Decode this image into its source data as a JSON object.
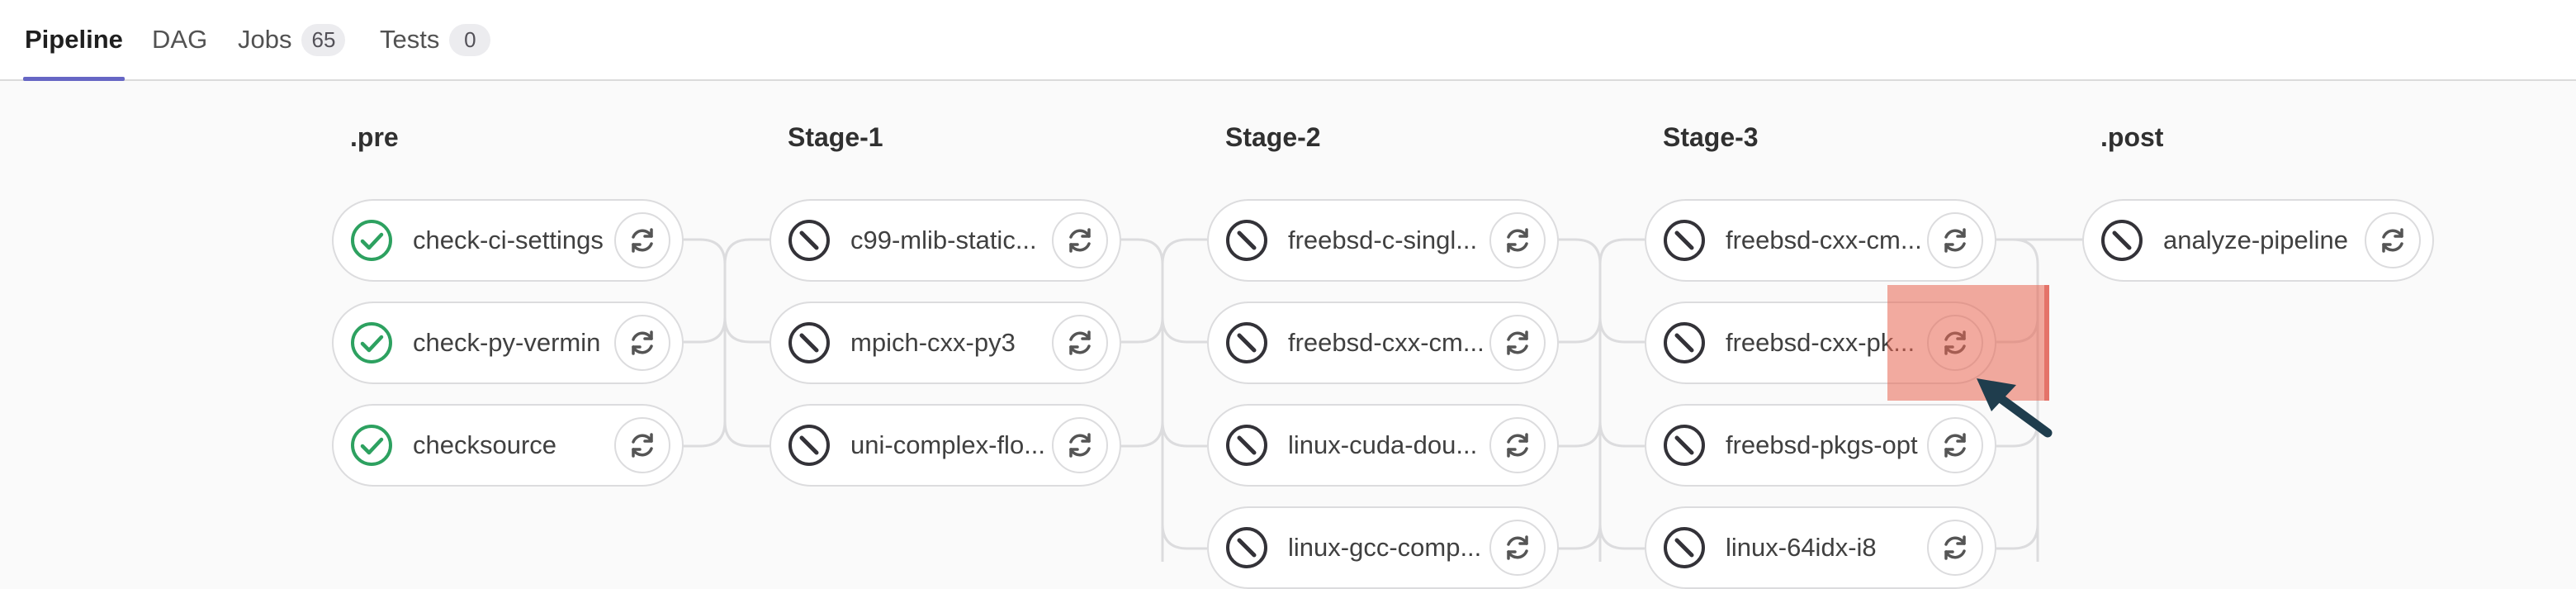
{
  "tabs": {
    "pipeline": "Pipeline",
    "dag": "DAG",
    "jobs": "Jobs",
    "jobs_count": "65",
    "tests": "Tests",
    "tests_count": "0"
  },
  "stages": [
    {
      "title": ".pre",
      "jobs": [
        {
          "name": "check-ci-settings",
          "status": "success"
        },
        {
          "name": "check-py-vermin",
          "status": "success"
        },
        {
          "name": "checksource",
          "status": "success"
        }
      ]
    },
    {
      "title": "Stage-1",
      "jobs": [
        {
          "name": "c99-mlib-static...",
          "status": "skipped"
        },
        {
          "name": "mpich-cxx-py3",
          "status": "skipped"
        },
        {
          "name": "uni-complex-flo...",
          "status": "skipped"
        }
      ]
    },
    {
      "title": "Stage-2",
      "jobs": [
        {
          "name": "freebsd-c-singl...",
          "status": "skipped"
        },
        {
          "name": "freebsd-cxx-cm...",
          "status": "skipped"
        },
        {
          "name": "linux-cuda-dou...",
          "status": "skipped"
        },
        {
          "name": "linux-gcc-comp...",
          "status": "skipped"
        }
      ]
    },
    {
      "title": "Stage-3",
      "jobs": [
        {
          "name": "freebsd-cxx-cm...",
          "status": "skipped"
        },
        {
          "name": "freebsd-cxx-pk...",
          "status": "skipped"
        },
        {
          "name": "freebsd-pkgs-opt",
          "status": "skipped"
        },
        {
          "name": "linux-64idx-i8",
          "status": "skipped"
        }
      ]
    },
    {
      "title": ".post",
      "jobs": [
        {
          "name": "analyze-pipeline",
          "status": "skipped"
        }
      ]
    }
  ],
  "icons": {
    "success": "check-circle-icon",
    "skipped": "skipped-icon",
    "retry": "retry-icon"
  },
  "colors": {
    "success": "#2da160",
    "skipped": "#333238",
    "tab_active_underline": "#6666c4",
    "highlight": "#e86450",
    "arrow": "#1f3d4d"
  }
}
